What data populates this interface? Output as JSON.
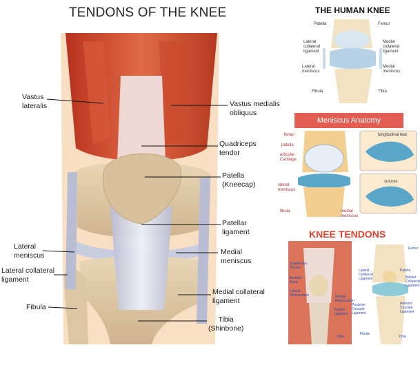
{
  "main": {
    "title": "TENDONS OF THE KNEE",
    "labels": {
      "vastus_lateralis": "Vastus\nlateralis",
      "vastus_medialis": "Vastus medialis\nobliquus",
      "quadriceps": "Quadriceps\ntendor",
      "patella": "Patella\n(Kneecap)",
      "patellar_ligament": "Patellar\nligament",
      "lateral_meniscus": "Lateral\nmeniscus",
      "medial_meniscus": "Medial\nmeniscus",
      "lateral_collateral": "Lateral collateral\nligament",
      "medial_collateral": "Medial collateral\nligament",
      "fibula": "Fibula",
      "tibia": "Tibia\n(Shinbone)"
    }
  },
  "human_knee": {
    "title": "THE HUMAN KNEE",
    "labels": {
      "patella": "Patella",
      "femur": "Femur",
      "lateral_collateral": "Lateral\ncollateral\nligament",
      "medial_collateral": "Medial\ncollateral\nligament",
      "lateral_meniscus": "Lateral\nmeniscus",
      "medial_meniscus": "Medial\nmeniscus",
      "fibula": "Fibula",
      "tibia": "Tibia"
    }
  },
  "meniscus": {
    "title": "Meniscus Anatomy",
    "labels": {
      "femur": "femur",
      "patella": "patella",
      "articular": "articular\nCartilage",
      "lateral_meniscus": "lateral\nmeniscus",
      "fibula": "fibula",
      "medial_meniscus": "medial\nmeniscus",
      "longitudinal_tear": "longitudinal tear",
      "sutures": "sutures"
    }
  },
  "knee_tendons": {
    "title": "KNEE TENDONS",
    "labels": {
      "quadriceps": "Quadriceps\nTendon",
      "iliotibial": "Iliotibial\nBand",
      "lateral_retinaculum": "Lateral\nRetinaculum",
      "medial_retinaculum": "Medial\nRetinaculum",
      "patellar_ligament": "Patellar\nLigament",
      "tibia_left": "Tibia",
      "femur": "Femur",
      "lateral_collateral": "Lateral\nCollateral\nLigament",
      "patella": "Patella",
      "medial_collateral": "Medial\nCollateral\nLigament",
      "posterior_cruciate": "Posterior\nCruciate\nLigament",
      "anterior_cruciate": "Anterior\nCruciate\nLigament",
      "fibula": "Fibula",
      "tibia_right": "Tibia"
    }
  },
  "colors": {
    "muscle": "#c8442e",
    "muscle_light": "#e07a5a",
    "bone": "#d9c3a2",
    "ligament": "#c9cde0",
    "skin_bg": "#f6d8b8",
    "accent_red": "#e35d52"
  }
}
